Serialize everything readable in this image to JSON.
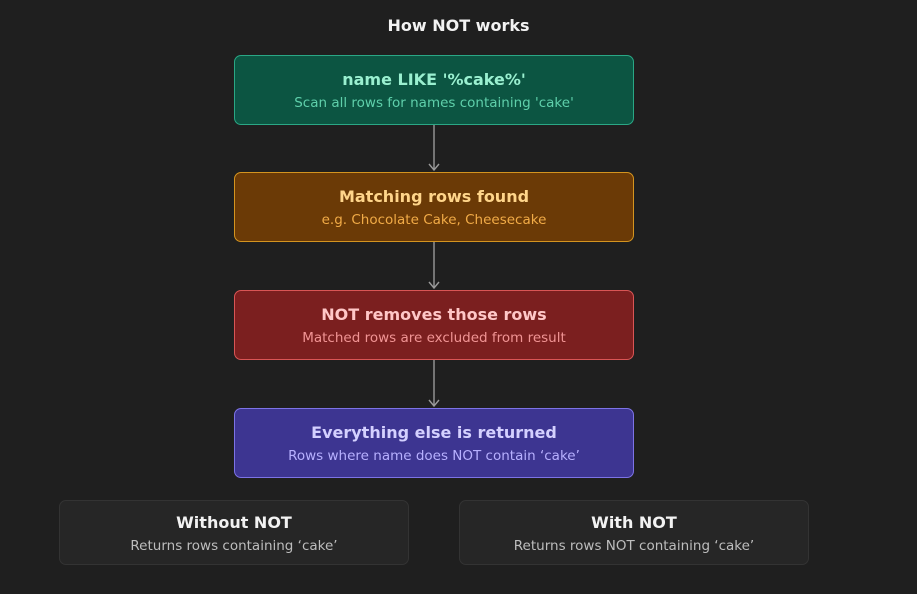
{
  "title": "How NOT works",
  "steps": [
    {
      "heading": "name LIKE '%cake%'",
      "detail": "Scan all rows for names containing 'cake'"
    },
    {
      "heading": "Matching rows found",
      "detail": "e.g. Chocolate Cake, Cheesecake"
    },
    {
      "heading": "NOT removes those rows",
      "detail": "Matched rows are excluded from result"
    },
    {
      "heading": "Everything else is returned",
      "detail": "Rows where name does NOT contain ‘cake’"
    }
  ],
  "comparison": [
    {
      "heading": "Without NOT",
      "detail": "Returns rows containing ‘cake’"
    },
    {
      "heading": "With NOT",
      "detail": "Returns rows NOT containing ‘cake’"
    }
  ],
  "colors": {
    "background": "#1f1f1f",
    "step_1": "#0c5542",
    "step_2": "#6b3a06",
    "step_3": "#7b1f1f",
    "step_4": "#3d3591",
    "arrow": "#9a9a9a"
  }
}
